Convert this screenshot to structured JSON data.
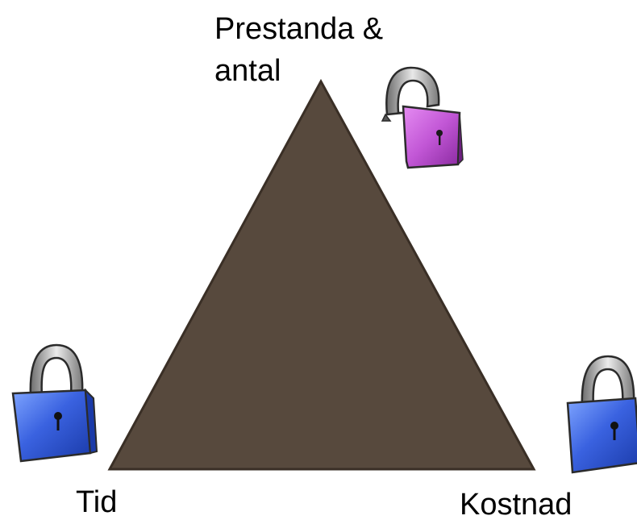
{
  "labels": {
    "top_line1": "Prestanda &",
    "top_line2": "antal",
    "left": "Tid",
    "right": "Kostnad"
  },
  "triangle": {
    "fill": "#57493d",
    "stroke": "#3a2f26"
  },
  "locks": {
    "top": {
      "icon": "unlocked-padlock-icon",
      "state": "unlocked",
      "color": "#c257d6"
    },
    "left": {
      "icon": "padlock-icon",
      "state": "locked",
      "color": "#3a62e0"
    },
    "right": {
      "icon": "padlock-icon",
      "state": "locked",
      "color": "#3a62e0"
    }
  }
}
